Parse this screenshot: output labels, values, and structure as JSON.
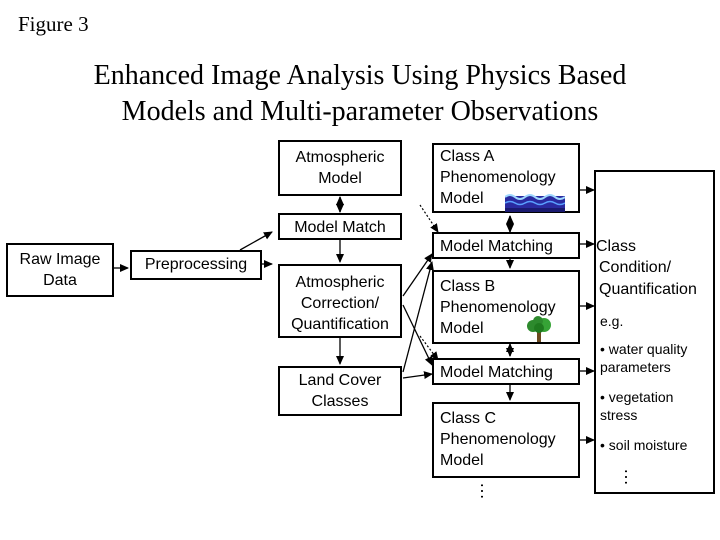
{
  "figure_label": "Figure 3",
  "title_line1": "Enhanced Image Analysis Using Physics Based",
  "title_line2": "Models and Multi-parameter Observations",
  "nodes": {
    "raw_image": [
      "Raw Image",
      "Data"
    ],
    "preprocessing": "Preprocessing",
    "atmospheric_model": [
      "Atmospheric",
      "Model"
    ],
    "model_match": "Model Match",
    "atmospheric_correction": [
      "Atmospheric",
      "Correction/",
      "Quantification"
    ],
    "land_cover": [
      "Land Cover",
      "Classes"
    ],
    "class_a": [
      "Class A",
      "Phenomenology",
      "Model"
    ],
    "model_matching_1": "Model Matching",
    "class_b": [
      "Class B",
      "Phenomenology",
      "Model"
    ],
    "model_matching_2": "Model Matching",
    "class_c": [
      "Class C",
      "Phenomenology",
      "Model"
    ],
    "ellipsis": "…"
  },
  "side_panel": {
    "heading": [
      "Class",
      "Condition/",
      "Quantification"
    ],
    "eg": "e.g.",
    "items": [
      [
        "• water quality",
        "parameters"
      ],
      [
        "• vegetation",
        "stress"
      ],
      [
        "• soil moisture"
      ]
    ],
    "ellipsis": "…"
  },
  "icons": [
    "water-icon",
    "tree-icon"
  ]
}
